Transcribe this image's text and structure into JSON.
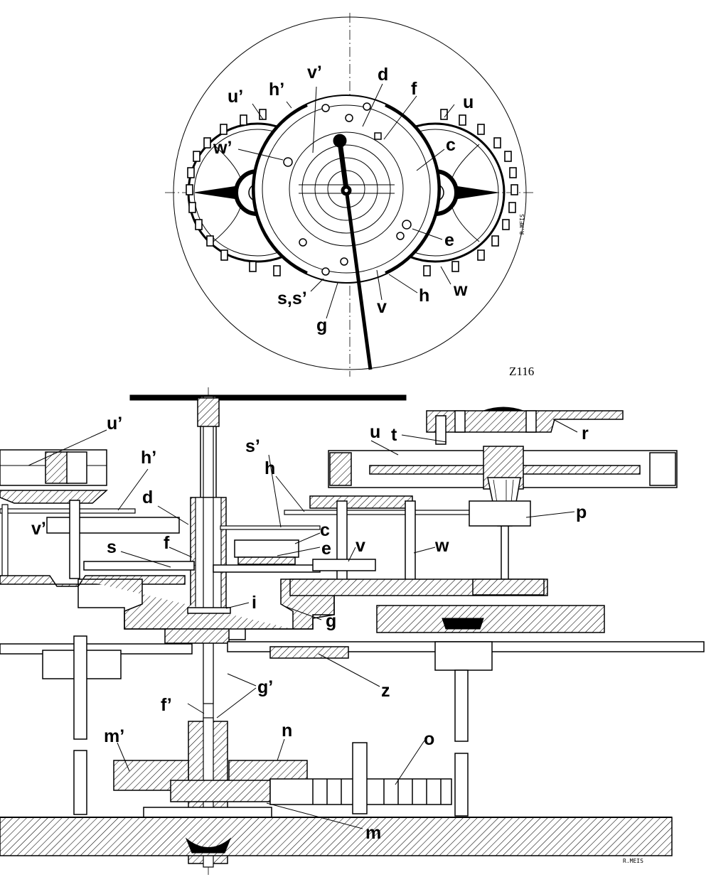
{
  "figure": {
    "code": "Z116",
    "signature": "R.MEIS",
    "dial_signature": "R.MEIS"
  },
  "top_labels": {
    "u_prime": "u’",
    "h_prime": "h’",
    "v_prime": "v’",
    "d": "d",
    "f": "f",
    "u": "u",
    "w_prime": "w’",
    "c": "c",
    "e": "e",
    "w": "w",
    "h": "h",
    "v": "v",
    "s_s_prime": "s,s’",
    "g": "g"
  },
  "bottom_labels": {
    "u_prime": "u’",
    "h_prime": "h’",
    "d": "d",
    "v_prime": "v’",
    "s": "s",
    "f": "f",
    "s_prime": "s’",
    "h": "h",
    "c": "c",
    "e": "e",
    "v": "v",
    "w": "w",
    "u": "u",
    "t": "t",
    "r": "r",
    "p": "p",
    "i": "i",
    "g": "g",
    "z": "z",
    "g_prime": "g’",
    "f_prime": "f’",
    "n": "n",
    "o": "o",
    "m_prime": "m’",
    "m": "m"
  }
}
